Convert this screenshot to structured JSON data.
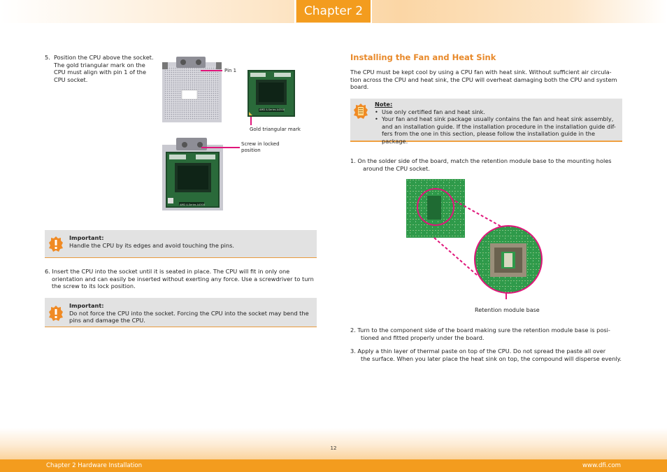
{
  "header": {
    "chapter_tab": "Chapter 2"
  },
  "left": {
    "step5": {
      "number": "5.",
      "lines": [
        "Position the CPU above the socket.",
        "The gold triangular mark on the",
        "CPU must align with pin 1 of the",
        "CPU socket."
      ]
    },
    "callouts": {
      "pin1": "Pin 1",
      "gold_mark": "Gold triangular mark",
      "screw_line1": "Screw in locked",
      "screw_line2": "position"
    },
    "chip_label": "AMD A-Series A4300",
    "important1": {
      "title": "Important:",
      "text": "Handle the CPU by its edges and avoid touching the pins."
    },
    "step6": {
      "line1": "6. Insert the CPU into the socket until it is seated in place. The CPU will fit in only one",
      "line2": "orientation and can easily be inserted without exerting any force. Use a screwdriver to turn",
      "line3": "the screw to its lock position."
    },
    "important2": {
      "title": "Important:",
      "line1": "Do not force the CPU into the socket. Forcing the CPU into the socket may bend the",
      "line2": "pins and damage the CPU."
    }
  },
  "right": {
    "heading": "Installing the Fan and Heat Sink",
    "intro": {
      "line1": "The CPU must be kept cool by using a CPU fan with heat sink. Without sufficient air circula-",
      "line2": "tion across the CPU and heat sink, the CPU will overheat damaging both the CPU and system",
      "line3": "board."
    },
    "note": {
      "title": "Note:",
      "item1": "Use only certified fan and heat sink.",
      "item2_line1": "Your fan and heat sink package usually contains the fan and heat sink assembly,",
      "item2_line2": "and an installation guide. If the installation procedure in the installation guide dif-",
      "item2_line3": "fers from the one in this section, please follow the installation guide in the package."
    },
    "step1": {
      "line1": "1.  On the solder side of the board, match the retention module base to the mounting holes",
      "line2": "around the CPU socket."
    },
    "retention_label": "Retention module base",
    "step2": {
      "line1": "2.  Turn to the component side of the board making sure the retention module base is posi-",
      "line2": "tioned and fitted properly under the board."
    },
    "step3": {
      "line1": "3.  Apply a thin layer of thermal paste on top of the CPU. Do not spread the paste all over",
      "line2": "the surface. When you later place the heat sink on top, the compound will disperse evenly."
    }
  },
  "footer": {
    "page_number": "12",
    "left_text": "Chapter 2 Hardware Installation",
    "right_text": "www.dfi.com"
  },
  "colors": {
    "accent_orange": "#f39c1e",
    "heading_orange": "#e8892a",
    "callout_pink": "#e0157a",
    "pcb_green": "#2f9a4a"
  }
}
